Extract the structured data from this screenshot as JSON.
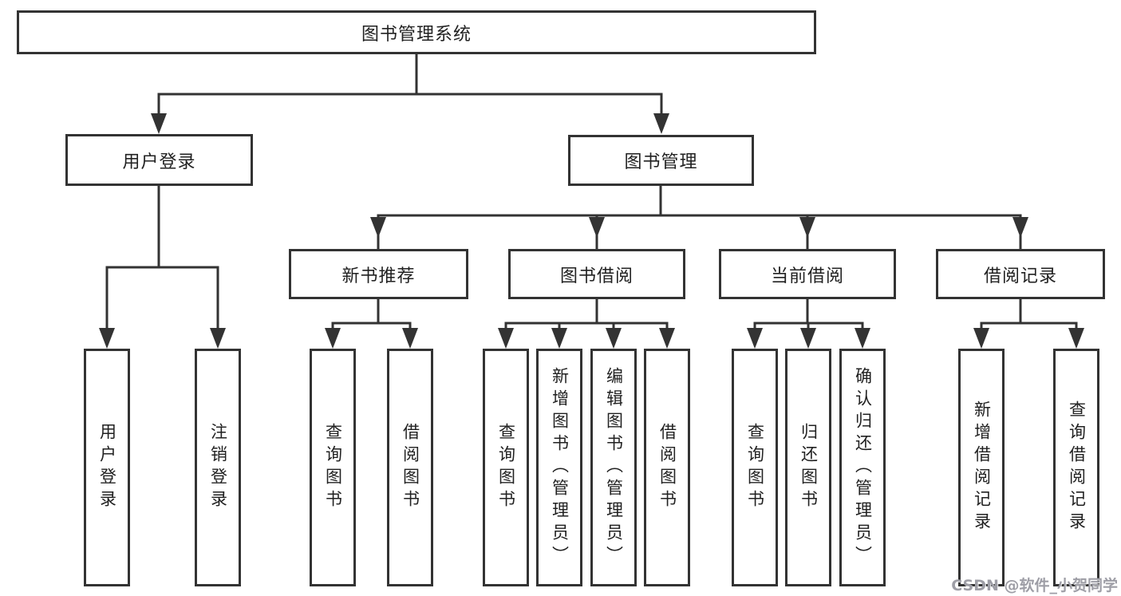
{
  "tree": {
    "root": {
      "label": "图书管理系统"
    },
    "level2": [
      {
        "label": "用户登录"
      },
      {
        "label": "图书管理"
      }
    ],
    "level3": [
      {
        "label": "新书推荐"
      },
      {
        "label": "图书借阅"
      },
      {
        "label": "当前借阅"
      },
      {
        "label": "借阅记录"
      }
    ],
    "leaves": [
      {
        "label": "用户登录"
      },
      {
        "label": "注销登录"
      },
      {
        "label": "查询图书"
      },
      {
        "label": "借阅图书"
      },
      {
        "label": "查询图书"
      },
      {
        "label": "新增图书（管理员）"
      },
      {
        "label": "编辑图书（管理员）"
      },
      {
        "label": "借阅图书"
      },
      {
        "label": "查询图书"
      },
      {
        "label": "归还图书"
      },
      {
        "label": "确认归还（管理员）"
      },
      {
        "label": "新增借阅记录"
      },
      {
        "label": "查询借阅记录"
      }
    ],
    "edges": [
      {
        "from": "图书管理系统",
        "to": "用户登录"
      },
      {
        "from": "图书管理系统",
        "to": "图书管理"
      },
      {
        "from": "用户登录",
        "to": "用户登录"
      },
      {
        "from": "用户登录",
        "to": "注销登录"
      },
      {
        "from": "图书管理",
        "to": "新书推荐"
      },
      {
        "from": "图书管理",
        "to": "图书借阅"
      },
      {
        "from": "图书管理",
        "to": "当前借阅"
      },
      {
        "from": "图书管理",
        "to": "借阅记录"
      },
      {
        "from": "新书推荐",
        "to": "查询图书"
      },
      {
        "from": "新书推荐",
        "to": "借阅图书"
      },
      {
        "from": "图书借阅",
        "to": "查询图书"
      },
      {
        "from": "图书借阅",
        "to": "新增图书（管理员）"
      },
      {
        "from": "图书借阅",
        "to": "编辑图书（管理员）"
      },
      {
        "from": "图书借阅",
        "to": "借阅图书"
      },
      {
        "from": "当前借阅",
        "to": "查询图书"
      },
      {
        "from": "当前借阅",
        "to": "归还图书"
      },
      {
        "from": "当前借阅",
        "to": "确认归还（管理员）"
      },
      {
        "from": "借阅记录",
        "to": "新增借阅记录"
      },
      {
        "from": "借阅记录",
        "to": "查询借阅记录"
      }
    ]
  },
  "watermark": {
    "text": "CSDN @软件_小贺同学"
  },
  "colors": {
    "line": "#333333",
    "text": "#212121",
    "watermark": "#9e9ea6",
    "background": "#ffffff"
  }
}
